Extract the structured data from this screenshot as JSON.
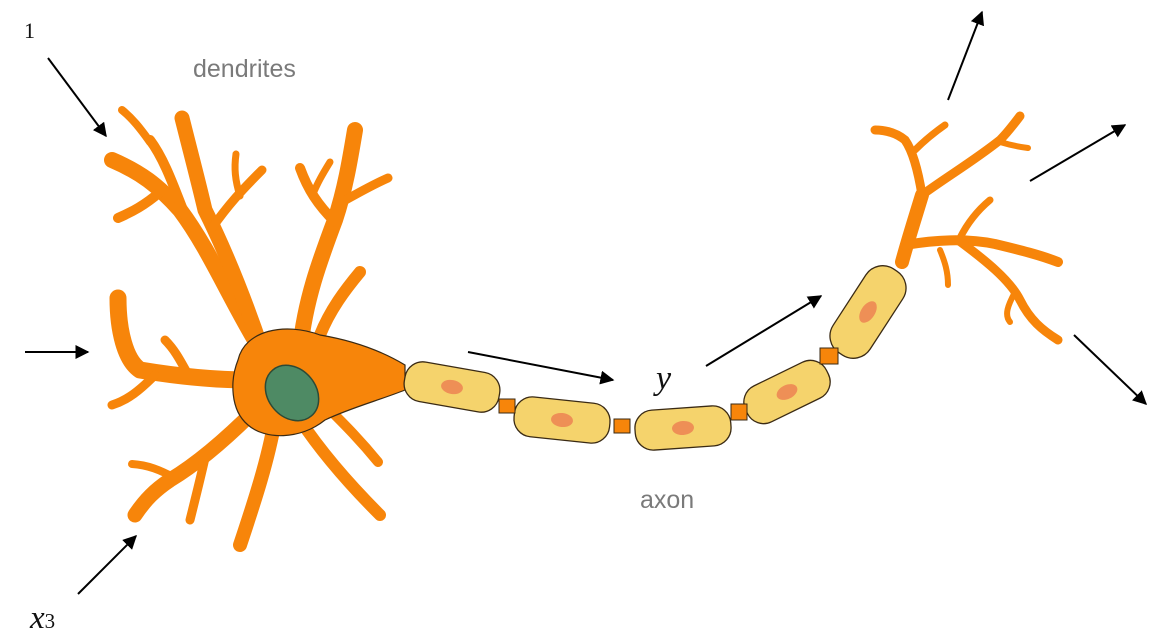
{
  "labels": {
    "input_top": "1",
    "input_bottom_var": "x",
    "input_bottom_sub": "3",
    "dendrites": "dendrites",
    "axon": "axon",
    "output": "y"
  },
  "colors": {
    "neuron_body": "#f7850a",
    "outline": "#3a2a14",
    "nucleus": "#4e8a64",
    "myelin": "#f5d36c",
    "myelin_nucleus": "#ee8f56",
    "arrow": "#000000",
    "text_gray": "#7a7a7a"
  }
}
